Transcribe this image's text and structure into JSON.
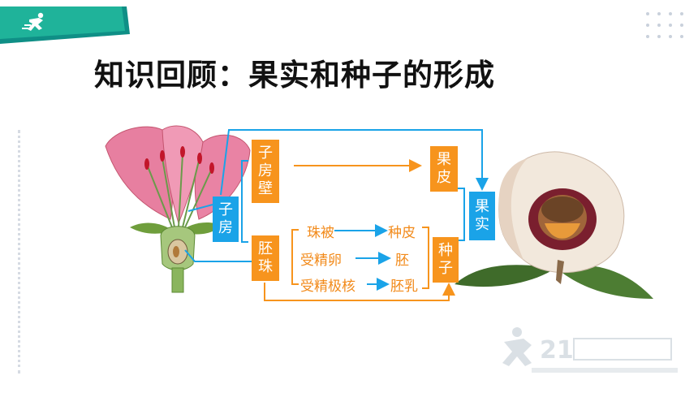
{
  "title": "知识回顾：果实和种子的形成",
  "boxes": {
    "ovary_wall": "子\n房\n壁",
    "ovary": "子\n房",
    "ovule": "胚\n珠",
    "pericarp": "果\n皮",
    "seed": "种\n子",
    "fruit": "果\n实"
  },
  "labels": {
    "integument": "珠被",
    "seed_coat": "种皮",
    "fertilized_egg": "受精卵",
    "embryo": "胚",
    "fertilized_polar_nuclei": "受精极核",
    "endosperm": "胚乳"
  },
  "colors": {
    "orange": "#f7941d",
    "blue": "#1aa3e8",
    "badge": "#18a48e"
  },
  "icons": {
    "header": "running-person-icon",
    "watermark_logo": "21-century-education-logo"
  }
}
